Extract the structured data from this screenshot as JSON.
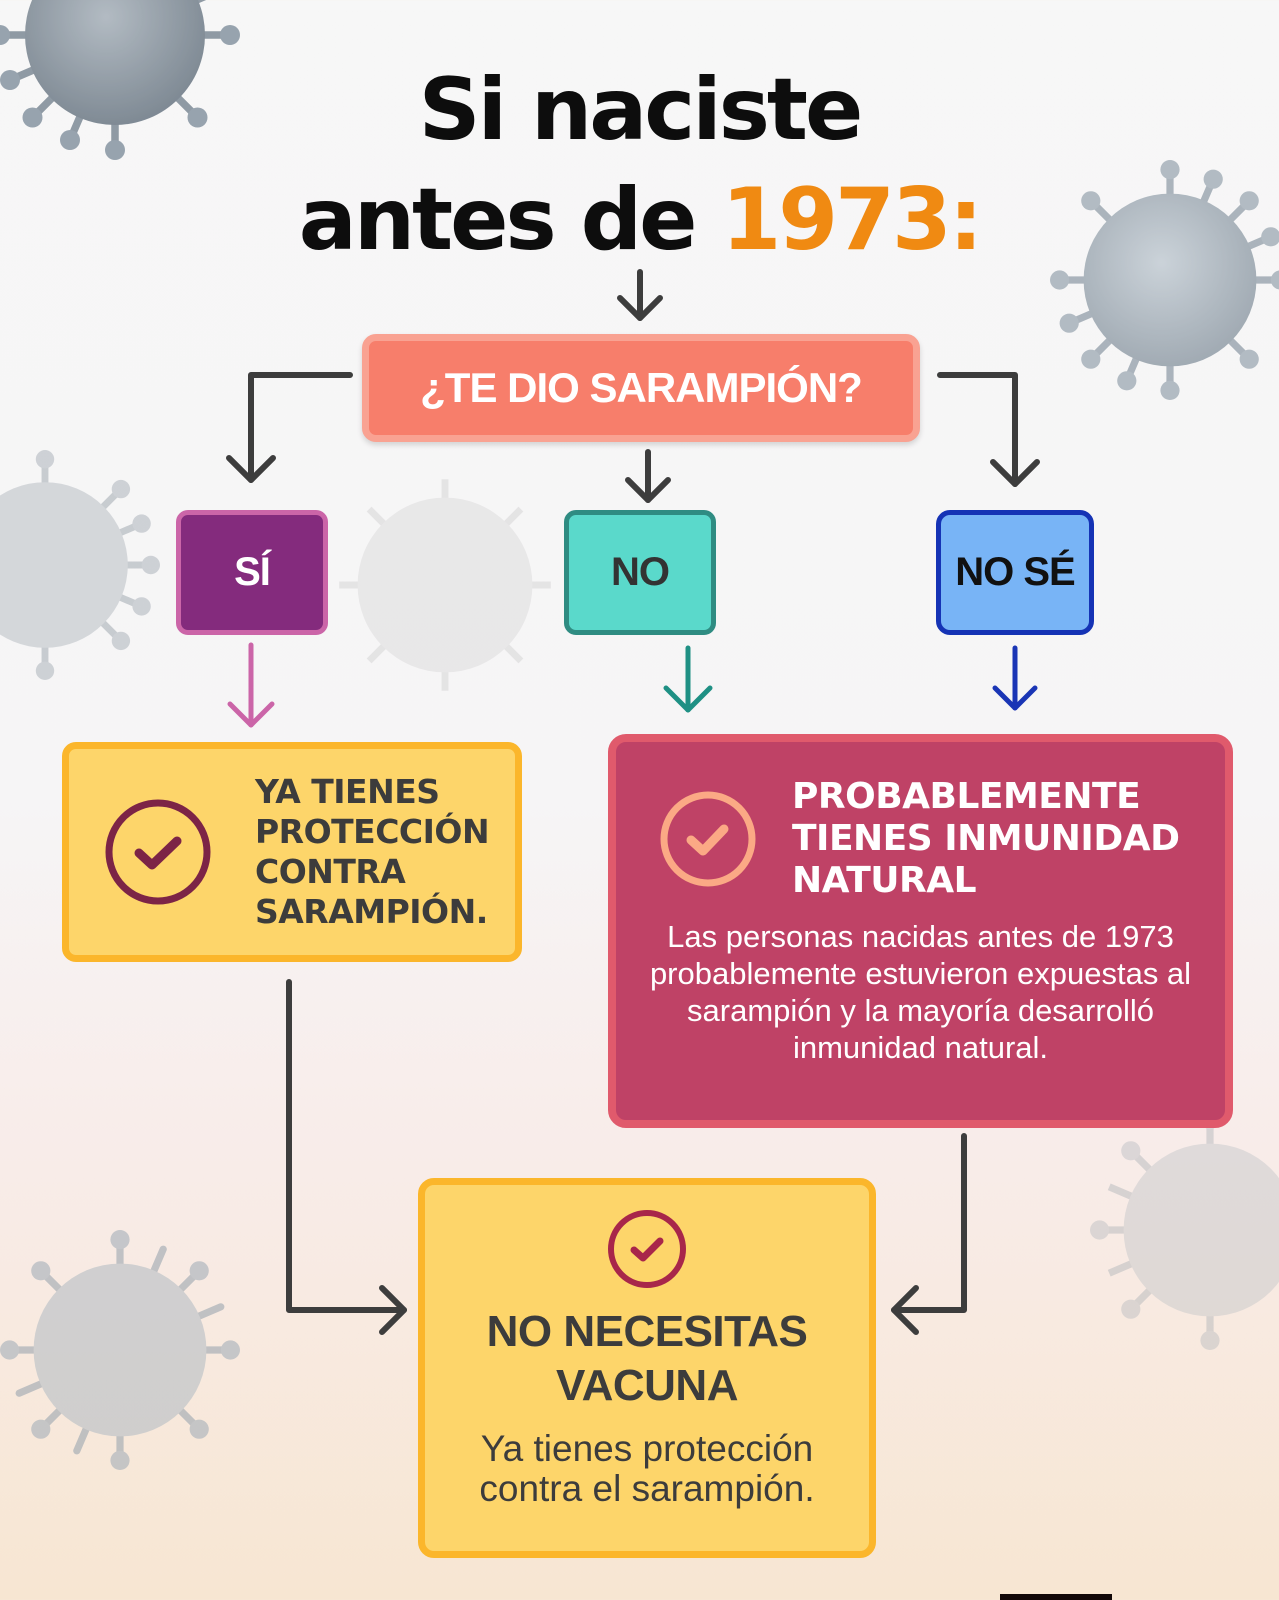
{
  "title": {
    "line1": "Si naciste",
    "line2_prefix": "antes de ",
    "line2_accent": "1973:"
  },
  "question": {
    "label": "¿TE DIO SARAMPIÓN?"
  },
  "answers": [
    {
      "id": "si",
      "label": "SÍ",
      "color": "#842b7d"
    },
    {
      "id": "no",
      "label": "NO",
      "color": "#5ad9cb"
    },
    {
      "id": "no_se",
      "label": "NO SÉ",
      "color": "#78b4f6"
    }
  ],
  "results": {
    "protected": {
      "icon": "check-circle-icon",
      "text": "YA TIENES PROTECCIÓN CONTRA SARAMPIÓN.",
      "lines": [
        "YA TIENES",
        "PROTECCIÓN",
        "CONTRA",
        "SARAMPIÓN."
      ]
    },
    "probable_immunity": {
      "icon": "check-circle-icon",
      "heading_lines": [
        "PROBABLEMENTE",
        "TIENES INMUNIDAD",
        "NATURAL"
      ],
      "body": "Las personas nacidas antes de 1973 probablemente estuvieron expuestas al sarampión y la mayoría desarrolló inmunidad natural."
    },
    "no_vaccine": {
      "icon": "check-circle-icon",
      "heading_lines": [
        "NO NECESITAS",
        "VACUNA"
      ],
      "body": "Ya tienes protección contra el sarampión."
    }
  },
  "colors": {
    "accent_orange": "#f08a12",
    "question_coral": "#f77e6b",
    "yellow_box": "#fdd56a",
    "yellow_border": "#fbb62b",
    "crimson_box": "#bf4266",
    "connector": "#3d3d3d"
  },
  "decorations": [
    "virus-icon",
    "virus-icon",
    "virus-icon",
    "virus-icon",
    "virus-icon",
    "virus-icon"
  ]
}
